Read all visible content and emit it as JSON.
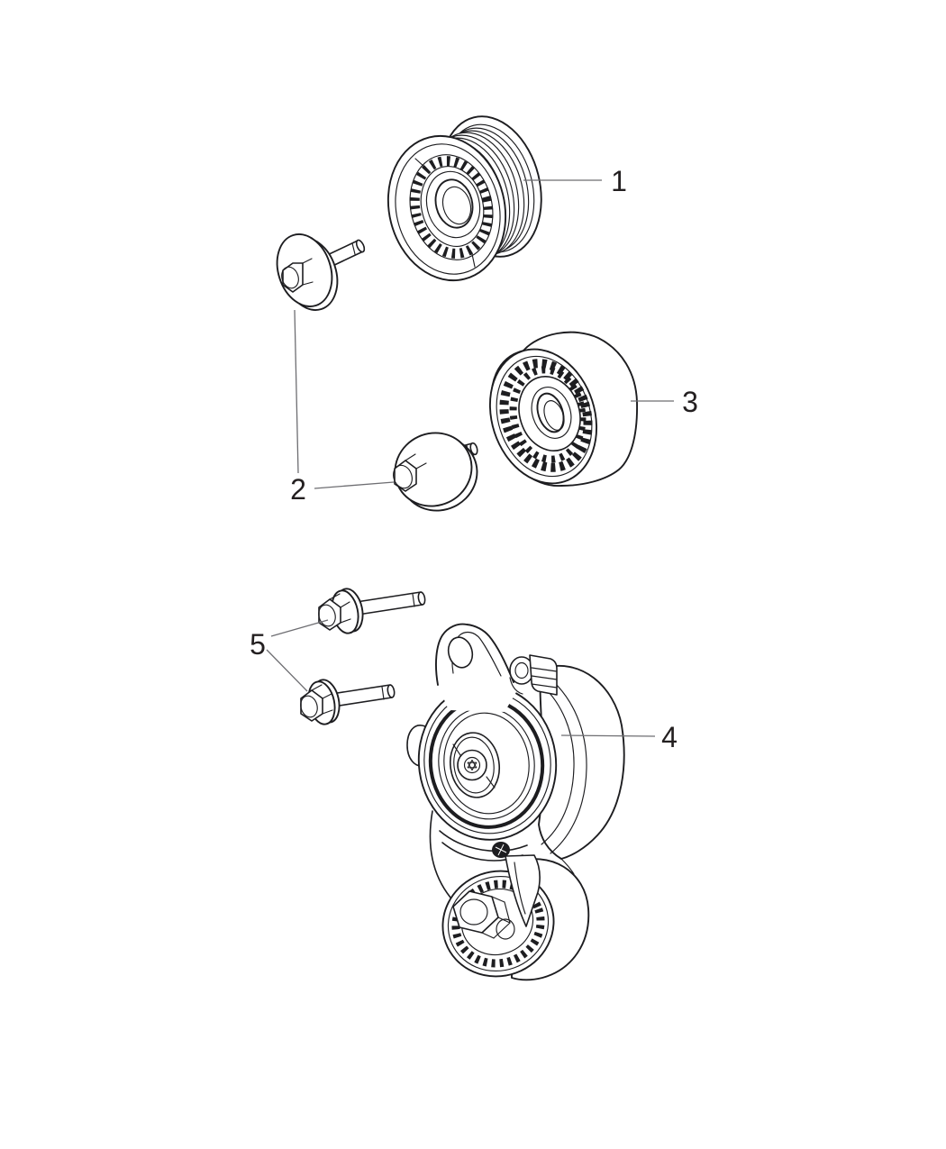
{
  "page": {
    "background_color": "#ffffff"
  },
  "diagram": {
    "line_color": "#1d1d20",
    "leader_line_color": "#6e6e72",
    "label_color": "#231f20",
    "callouts": [
      {
        "label": "1"
      },
      {
        "label": "2"
      },
      {
        "label": "3"
      },
      {
        "label": "4"
      },
      {
        "label": "5"
      }
    ]
  }
}
